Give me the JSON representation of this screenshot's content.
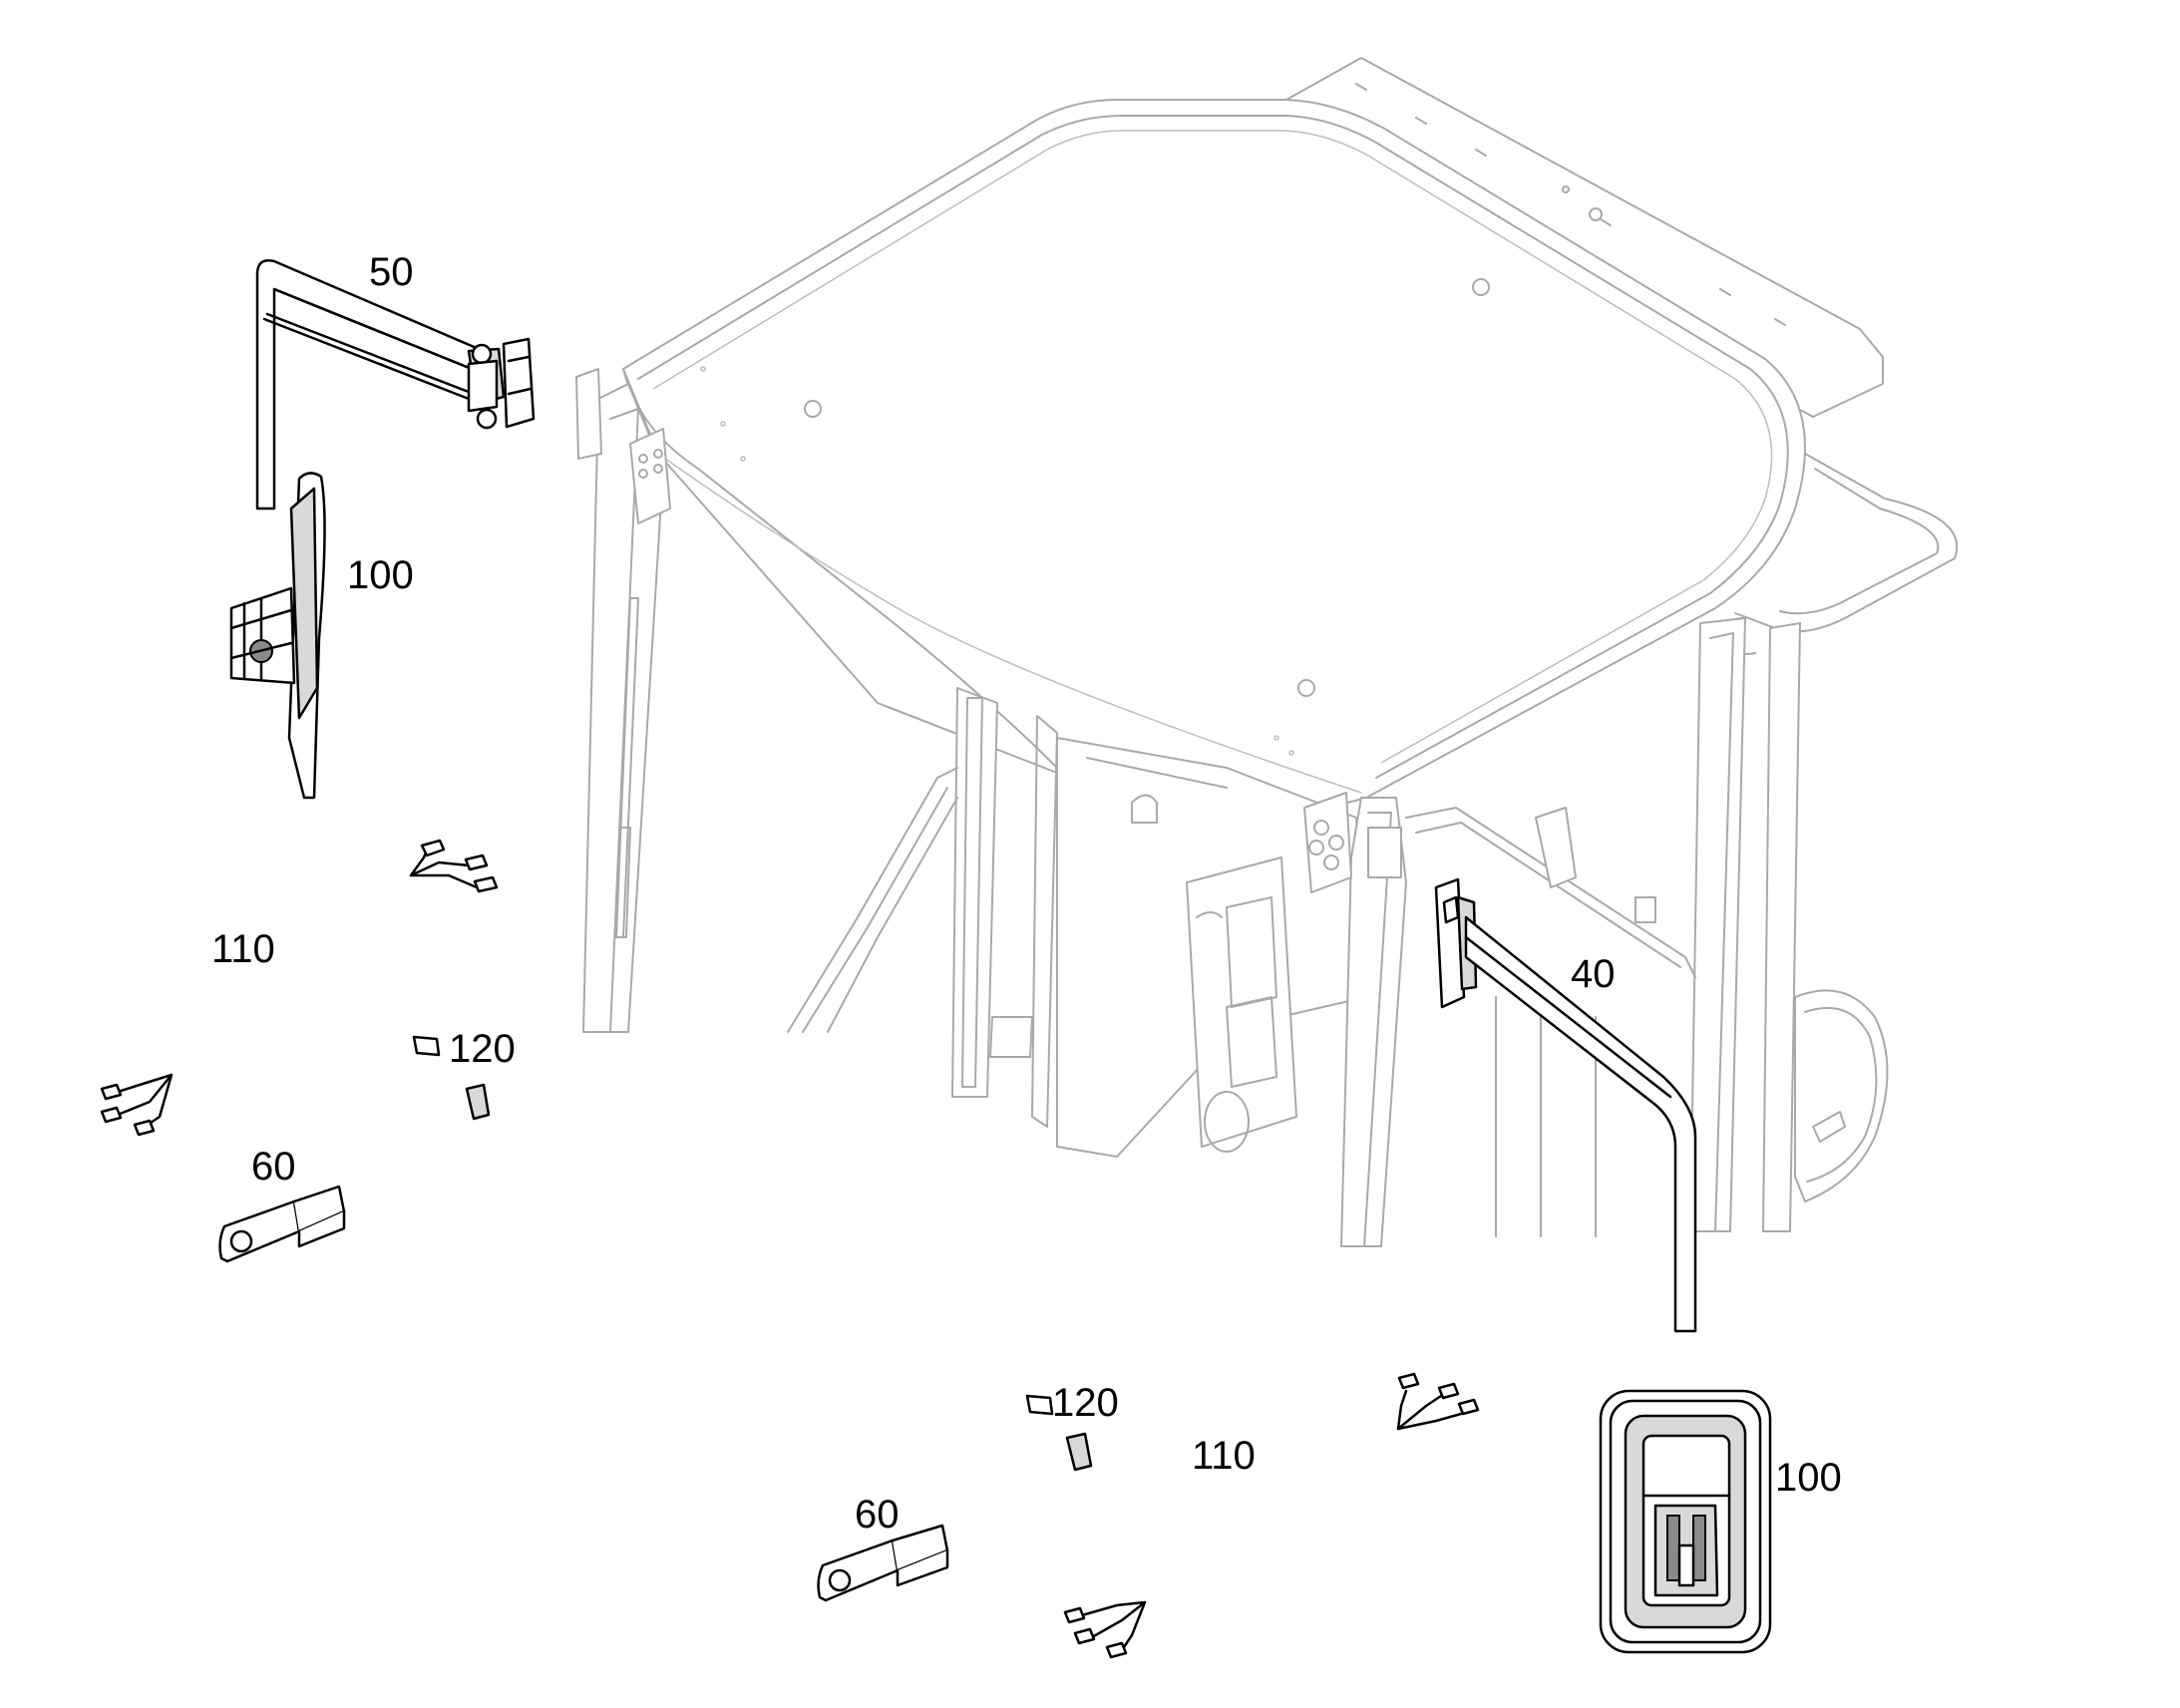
{
  "callouts": {
    "mirror_arm_left": "50",
    "mirror_left": "100",
    "harness_left": "110",
    "cable_tie_left": "120",
    "bracket_left": "60",
    "mirror_arm_right": "40",
    "cable_tie_right": "120",
    "harness_right": "110",
    "bracket_right": "60",
    "mirror_right": "100"
  }
}
